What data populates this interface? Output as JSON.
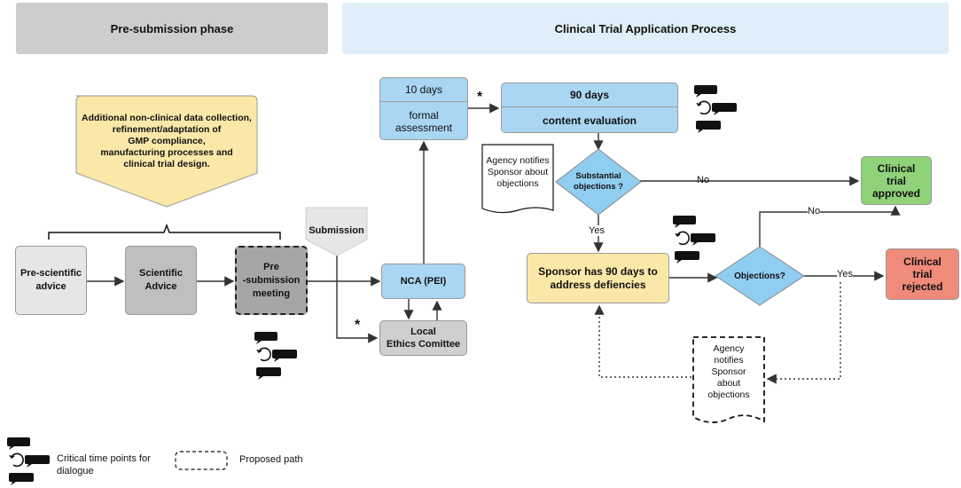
{
  "colors": {
    "phase_pre_bg": "#cdcdcd",
    "phase_cta_bg": "#dfeef8",
    "blue_node": "#a9d6f2",
    "yellow_node": "#fbe8a9",
    "green_node": "#8fd27a",
    "red_node": "#f08a7a",
    "light_grey": "#e6e6e6",
    "mid_grey": "#bfbfbf",
    "dark_grey": "#a6a6a6",
    "diamond_blue": "#8fcdf1"
  },
  "phases": {
    "pre_submission": "Pre-submission phase",
    "cta_process": "Clinical Trial Application Process"
  },
  "nodes": {
    "additional_data": [
      "Additional non-clinical data collection,",
      "refinement/adaptation  of",
      "GMP compliance,",
      "manufacturing processes and",
      "clinical trial design."
    ],
    "pre_scientific": [
      "Pre-scientific",
      "advice"
    ],
    "scientific": [
      "Scientific",
      "Advice"
    ],
    "pre_submission_meeting": [
      "Pre",
      "-submission",
      "meeting"
    ],
    "submission": "Submission",
    "nca": "NCA (PEI)",
    "local_ethics": [
      "Local",
      "Ethics Comittee"
    ],
    "ten_days": "10 days",
    "formal_assessment": [
      "formal",
      "assessment"
    ],
    "ninety_days": "90 days",
    "content_evaluation": "content evaluation",
    "agency_notifies_1": [
      "Agency notifies",
      "Sponsor  about",
      "objections"
    ],
    "substantial_objections": [
      "Substantial",
      "objections ?"
    ],
    "approved": [
      "Clinical",
      "trial",
      "approved"
    ],
    "sponsor_90": [
      "Sponsor has 90 days to",
      "address defiencies"
    ],
    "objections": "Objections?",
    "rejected": [
      "Clinical",
      "trial",
      "rejected"
    ],
    "agency_notifies_2": [
      "Agency",
      "notifies",
      "Sponsor",
      "about",
      "objections"
    ]
  },
  "edge_labels": {
    "no_1": "No",
    "yes_1": "Yes",
    "no_2": "No",
    "yes_2": "Yes",
    "star_1": "*",
    "star_2": "*"
  },
  "legend": {
    "dialogue": [
      "Critical time points for",
      "dialogue"
    ],
    "proposed": "Proposed path"
  }
}
